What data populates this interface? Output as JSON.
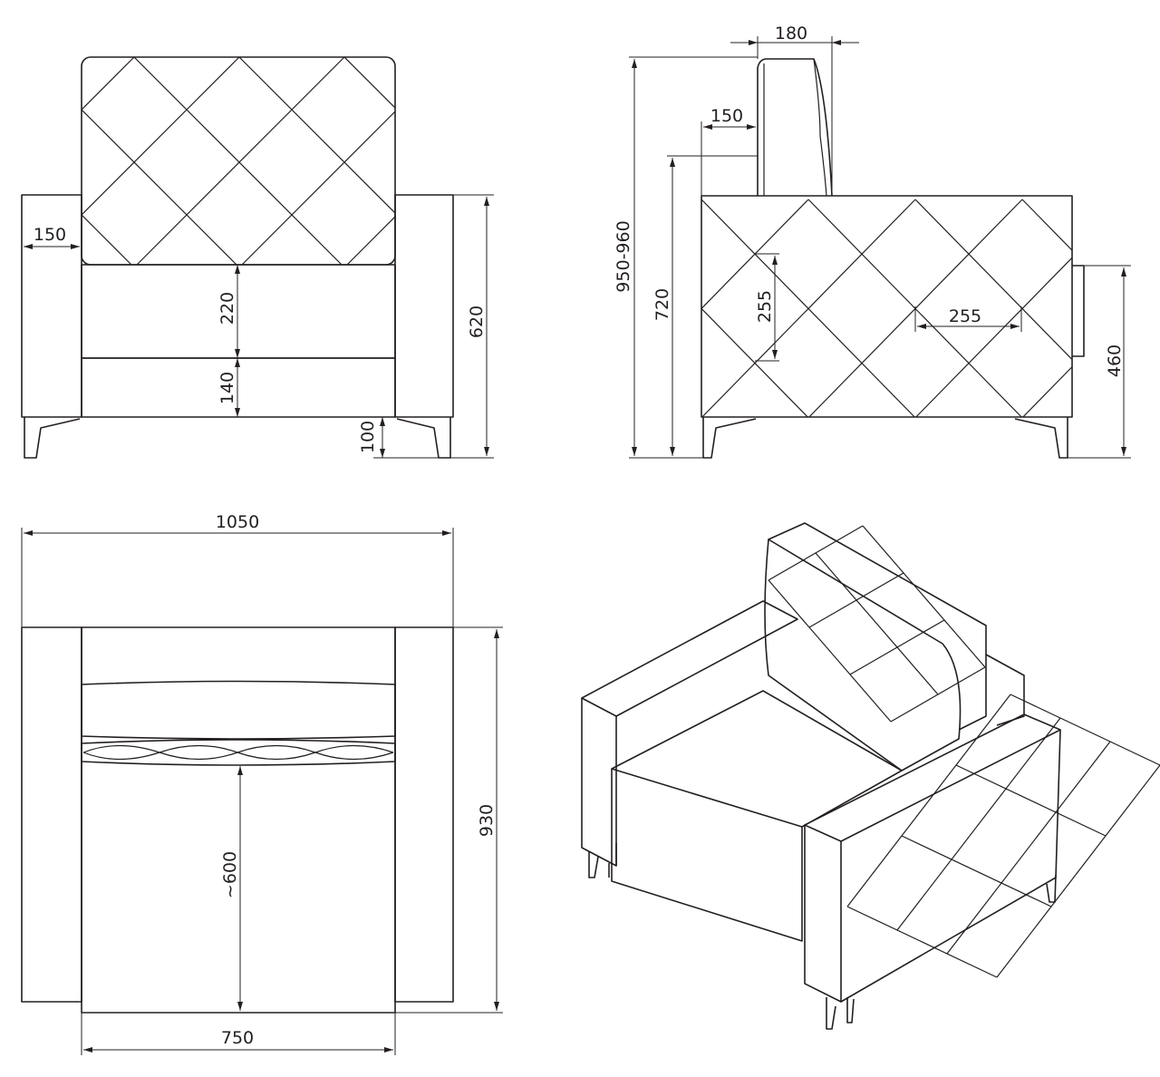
{
  "front_view": {
    "arm_width": "150",
    "seat_height": "220",
    "base_height": "140",
    "leg_height": "100",
    "arm_height": "620"
  },
  "side_view": {
    "backrest_depth": "180",
    "backrest_offset": "150",
    "total_height": "950-960",
    "backrest_edge_height": "720",
    "diamond_height": "255",
    "diamond_width": "255",
    "seat_level": "460"
  },
  "top_view": {
    "total_width": "1050",
    "total_depth": "930",
    "seat_depth": "~600",
    "seat_width": "750"
  },
  "colors": {
    "line": "#231f20",
    "background": "#ffffff"
  }
}
